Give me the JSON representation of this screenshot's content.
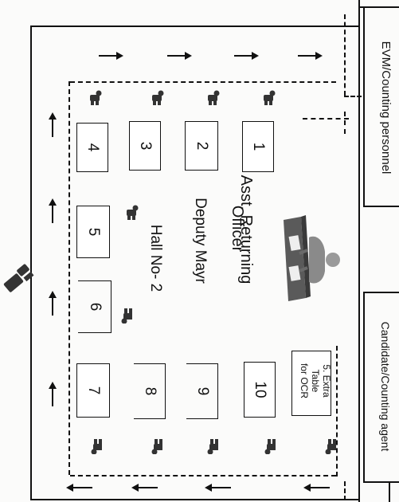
{
  "side_labels": {
    "evm_personnel": "EVM/Counting personnel",
    "candidate_agents": "Candidate/Counting agent"
  },
  "center": {
    "aro_line1": "Asst. Returning",
    "aro_line2": "Officer",
    "hall_line1": "Deputy Mayr",
    "hall_line2": "Hall No- 2"
  },
  "tables": {
    "t1": "1",
    "t2": "2",
    "t3": "3",
    "t4": "4",
    "t5": "5",
    "t6": "6",
    "t7": "7",
    "t8": "8",
    "t9": "9",
    "t10": "10"
  },
  "ocr_table": {
    "line1": "5. Extra",
    "line2": "Table",
    "line3": "for OCR"
  },
  "colors": {
    "ink": "#111111",
    "paper": "#fbfbfa",
    "desk": "#5a5a5a"
  },
  "icons": [
    "arrow-right-icon",
    "arrow-left-icon",
    "arrow-up-icon",
    "person-icon",
    "officer-at-desk-icon",
    "cctv-camera-icon"
  ]
}
